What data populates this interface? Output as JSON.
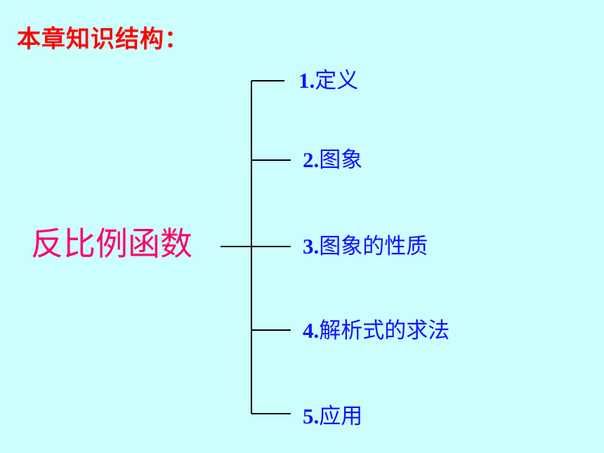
{
  "title": "本章知识结构：",
  "root": "反比例函数",
  "branches": [
    {
      "num": "1.",
      "label": "定义"
    },
    {
      "num": "2.",
      "label": "图象"
    },
    {
      "num": "3.",
      "label": "图象的性质"
    },
    {
      "num": "4.",
      "label": "解析式的求法"
    },
    {
      "num": "5.",
      "label": "应用"
    }
  ],
  "colors": {
    "background": "#ccfefe",
    "title": "#ff0000",
    "root": "#ff0066",
    "branch": "#1111ff",
    "line": "#000000"
  }
}
